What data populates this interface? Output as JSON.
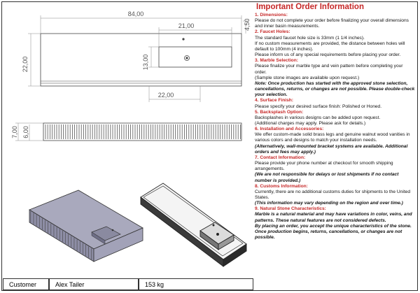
{
  "drawing": {
    "dims": {
      "overall_width": "84,00",
      "basin_width": "21,00",
      "depth_side": "4,50",
      "overall_depth": "22,00",
      "basin_depth": "13,00",
      "bottom_width": "22,00",
      "front_height": "7,00",
      "front_inner": "6,00"
    }
  },
  "info": {
    "title": "Important Order Information",
    "sections": [
      {
        "heading": "1. Dimensions:",
        "lines": [
          {
            "text": "Please do not complete your order before finalizing your overall dimensions and inner basin measurements.",
            "style": "normal"
          }
        ]
      },
      {
        "heading": "2. Faucet Holes:",
        "lines": [
          {
            "text": "The standard faucet hole size is 33mm (1 1/4 inches).",
            "style": "normal"
          },
          {
            "text": "If no custom measurements are provided, the distance between holes will default to 100mm (4 inches).",
            "style": "normal"
          },
          {
            "text": "Please inform us of any special requirements before placing your order.",
            "style": "normal"
          }
        ]
      },
      {
        "heading": "3. Marble Selection:",
        "lines": [
          {
            "text": "Please finalize your marble type and vein pattern before completing your order.",
            "style": "normal"
          },
          {
            "text": "(Sample stone images are available upon request.)",
            "style": "normal"
          },
          {
            "text": "Note: Once production has started with the approved stone selection, cancellations, returns, or changes are not possible. Please double-check your selection.",
            "style": "note"
          }
        ]
      },
      {
        "heading": "4. Surface Finish:",
        "lines": [
          {
            "text": "Please specify your desired surface finish: Polished or Honed.",
            "style": "normal"
          }
        ]
      },
      {
        "heading": "5. Backsplash Option:",
        "lines": [
          {
            "text": "Backsplashes in various designs can be added upon request.",
            "style": "normal"
          },
          {
            "text": "(Additional charges may apply. Please ask for details.)",
            "style": "normal"
          }
        ]
      },
      {
        "heading": "6. Installation and Accessories:",
        "lines": [
          {
            "text": "We offer custom-made solid brass legs and genuine walnut wood vanities in various colors and designs to match your installation needs.",
            "style": "normal"
          },
          {
            "text": "(Alternatively, wall-mounted bracket systems are available. Additional orders and fees may apply.)",
            "style": "note"
          }
        ]
      },
      {
        "heading": "7. Contact Information:",
        "lines": [
          {
            "text": "Please provide your phone number at checkout for smooth shipping arrangements.",
            "style": "normal"
          },
          {
            "text": "(We are not responsible for delays or lost shipments if no contact number is provided.)",
            "style": "note"
          }
        ]
      },
      {
        "heading": "8. Customs Information:",
        "lines": [
          {
            "text": "Currently, there are no additional customs duties for shipments to the United States.",
            "style": "normal"
          },
          {
            "text": "(This information may vary depending on the region and over time.)",
            "style": "note"
          }
        ]
      },
      {
        "heading": "9. Natural Stone Characteristics:",
        "lines": [
          {
            "text": "Marble is a natural material and may have variations in color, veins, and patterns. These natural features are not considered defects.",
            "style": "note"
          },
          {
            "text": "By placing an order, you accept the unique characteristics of the stone. Once production begins, returns, cancellations, or changes are not possible.",
            "style": "note"
          }
        ]
      }
    ]
  },
  "footer": {
    "label": "Customer",
    "name": "Alex Tailer",
    "weight": "153 kg"
  }
}
